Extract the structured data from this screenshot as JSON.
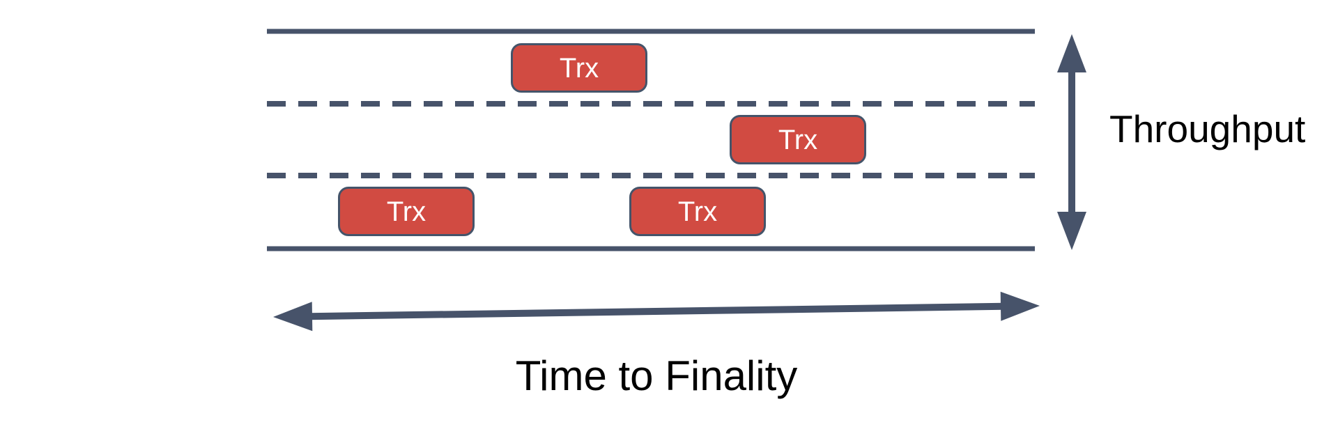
{
  "labels": {
    "throughput": "Throughput",
    "time_to_finality": "Time to Finality"
  },
  "boxes": [
    {
      "label": "Trx",
      "lane": "top"
    },
    {
      "label": "Trx",
      "lane": "middle"
    },
    {
      "label": "Trx",
      "lane": "bottom"
    },
    {
      "label": "Trx",
      "lane": "bottom"
    }
  ],
  "lanes": {
    "count": 3,
    "separator_style": "dashed",
    "edge_style": "solid"
  },
  "colors": {
    "background": "#ffffff",
    "line": "#47536a",
    "box_fill": "#d14b42",
    "box_border": "#44546a",
    "box_text": "#ffffff",
    "label_text": "#000000"
  }
}
